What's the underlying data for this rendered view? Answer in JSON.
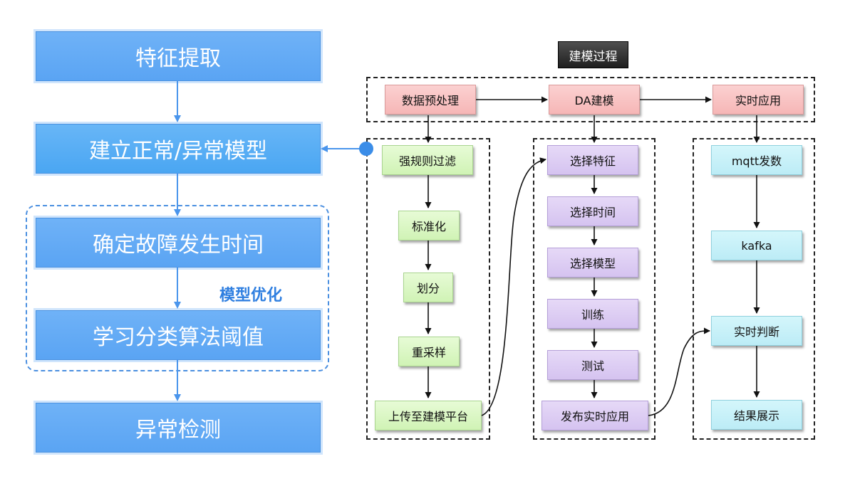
{
  "left_flow": {
    "steps": [
      "特征提取",
      "建立正常/异常模型",
      "确定故障发生时间",
      "学习分类算法阈值",
      "异常检测"
    ],
    "group_label": "模型优化"
  },
  "modeling": {
    "title": "建模过程",
    "top": [
      "数据预处理",
      "DA建模",
      "实时应用"
    ],
    "col1": [
      "强规则过滤",
      "标准化",
      "划分",
      "重采样",
      "上传至建模平台"
    ],
    "col2": [
      "选择特征",
      "选择时间",
      "选择模型",
      "训练",
      "测试",
      "发布实时应用"
    ],
    "col3": [
      "mqtt发数",
      "kafka",
      "实时判断",
      "结果展示"
    ]
  },
  "colors": {
    "left_box": "#5aa4f3",
    "group_border": "#4a8fe0",
    "top_node": "#f6b6b6",
    "col1_node": "#d0f3b5",
    "col2_node": "#d5c3f0",
    "col3_node": "#bcecf6"
  }
}
